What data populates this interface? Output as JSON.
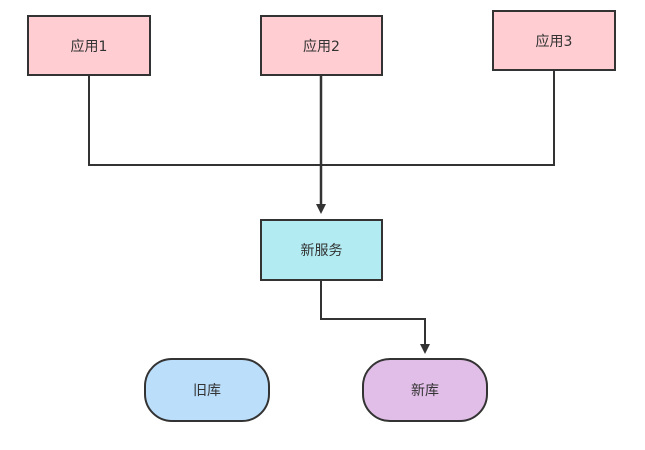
{
  "nodes": {
    "app1": {
      "label": "应用1",
      "fill": "#ffcdd2"
    },
    "app2": {
      "label": "应用2",
      "fill": "#ffcdd2"
    },
    "app3": {
      "label": "应用3",
      "fill": "#ffcdd2"
    },
    "new_service": {
      "label": "新服务",
      "fill": "#b2ebf2"
    },
    "old_db": {
      "label": "旧库",
      "fill": "#bbdefb"
    },
    "new_db": {
      "label": "新库",
      "fill": "#e1bee7"
    }
  },
  "edges": [
    {
      "from": "app1",
      "to": "new_service"
    },
    {
      "from": "app2",
      "to": "new_service"
    },
    {
      "from": "app3",
      "to": "new_service"
    },
    {
      "from": "new_service",
      "to": "new_db"
    }
  ],
  "colors": {
    "stroke": "#333333",
    "background": "#ffffff"
  }
}
